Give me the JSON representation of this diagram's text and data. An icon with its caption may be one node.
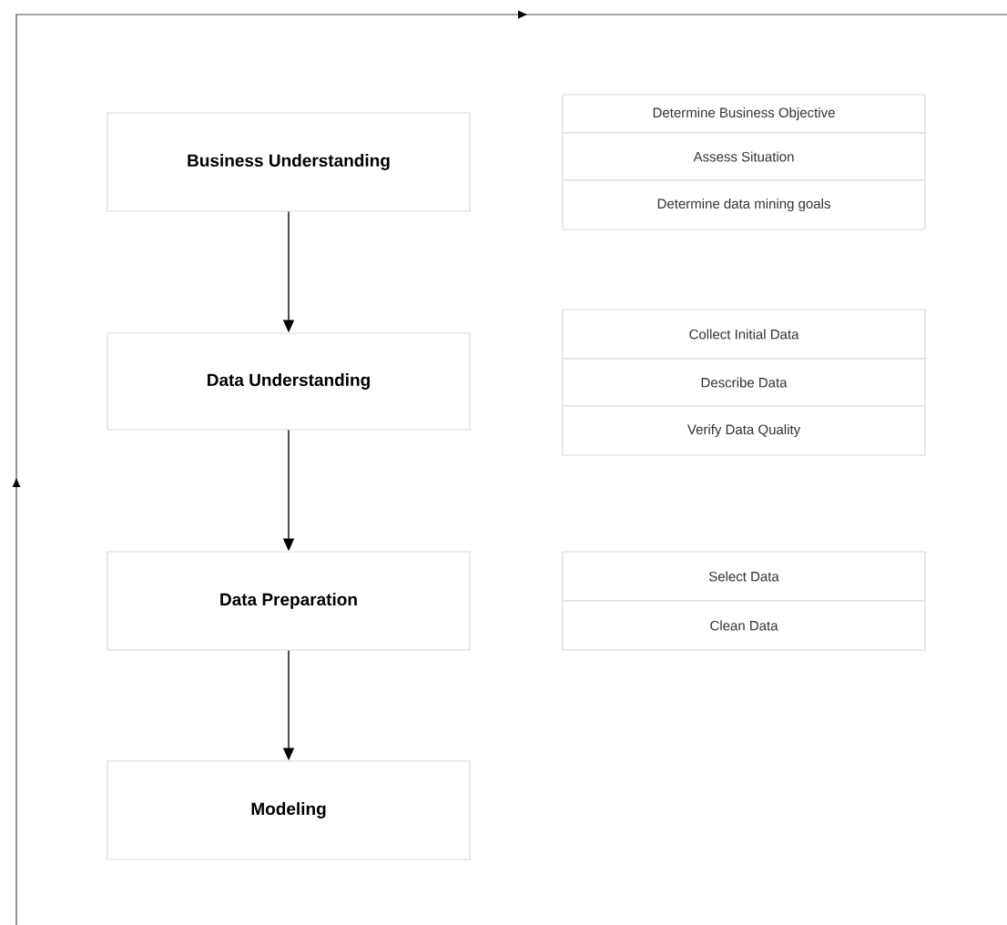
{
  "diagram": {
    "nodes": [
      {
        "text": [
          "Business Understanding"
        ]
      },
      {
        "text": [
          "Data Understanding"
        ]
      },
      {
        "text": [
          "Data Preparation"
        ]
      },
      {
        "text": [
          "Modeling"
        ]
      },
      {
        "text": [
          "Determine Business Objective"
        ]
      },
      {
        "text": [
          "Assess Situation"
        ]
      },
      {
        "text": [
          "Determine data mining goals"
        ]
      },
      {
        "text": [
          "Collect Initial Data"
        ]
      },
      {
        "text": [
          "Describe Data"
        ]
      },
      {
        "text": [
          "Verify Data Quality"
        ]
      },
      {
        "text": [
          "Select Data"
        ]
      },
      {
        "text": [
          "Clean Data"
        ]
      }
    ],
    "edges": [
      {
        "from": 0,
        "to": 1,
        "arrow": "to"
      },
      {
        "from": 1,
        "to": 2,
        "arrow": "to"
      },
      {
        "from": 2,
        "to": 3,
        "arrow": "to"
      }
    ]
  }
}
